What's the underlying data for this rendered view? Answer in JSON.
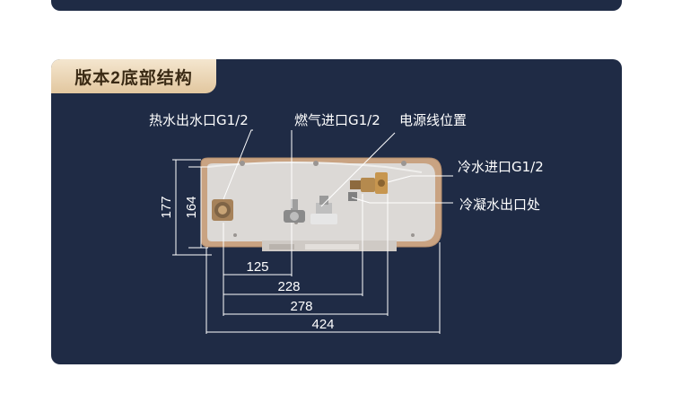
{
  "section_title": "版本2底部结构",
  "callouts": {
    "hot_water_outlet": "热水出水口G1/2",
    "gas_inlet": "燃气进口G1/2",
    "power_cord": "电源线位置",
    "cold_water_inlet": "冷水进口G1/2",
    "condensate_outlet": "冷凝水出口处"
  },
  "dimensions": {
    "d177": "177",
    "d164": "164",
    "d125": "125",
    "d228": "228",
    "d278": "278",
    "d424": "424"
  }
}
